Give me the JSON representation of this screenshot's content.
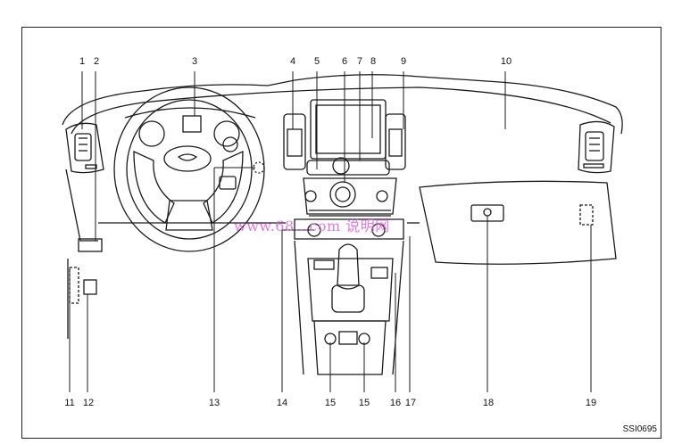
{
  "callouts": [
    "1",
    "2",
    "3",
    "4",
    "5",
    "6",
    "7",
    "8",
    "9",
    "10",
    "11",
    "12",
    "13",
    "14",
    "15",
    "15",
    "16",
    "17",
    "18",
    "19"
  ],
  "watermark": "www.68...com 说明网",
  "figure_code": "SSI0695",
  "colors": {
    "line": "#1a1a1a",
    "watermark": "#e06be0"
  }
}
